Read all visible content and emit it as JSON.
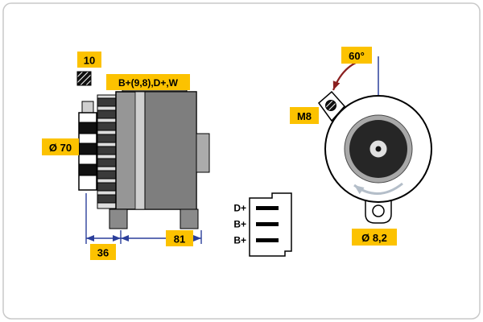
{
  "diagram_type": "alternator-technical-drawing",
  "side_view": {
    "shaft_label": "10",
    "terminal_label": "B+(9,8),D+,W",
    "pulley_diameter": "Ø 70",
    "dim_front": "36",
    "dim_rear": "81"
  },
  "front_view": {
    "angle": "60°",
    "thread": "M8",
    "hole_diameter": "Ø 8,2"
  },
  "connector": {
    "pins": [
      "D+",
      "B+",
      "B+"
    ]
  },
  "colors": {
    "label_bg": "#fcc200",
    "label_text": "#000000",
    "dimension_line": "#2b3f9b",
    "angle_arrow": "#8b2020",
    "rotation_arrow": "#b4bec9",
    "outline": "#000000",
    "card_border": "#c9c9c9"
  }
}
